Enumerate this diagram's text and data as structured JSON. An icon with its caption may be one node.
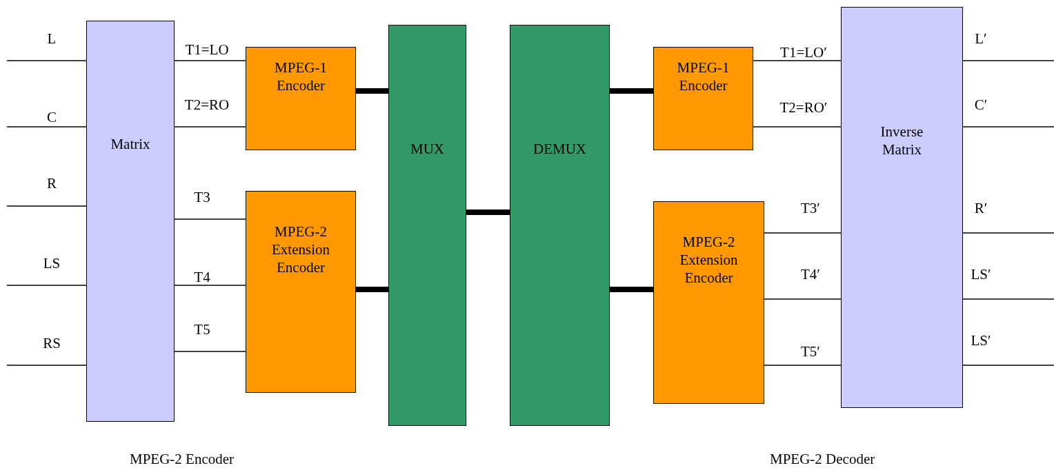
{
  "diagram": {
    "nodes": [
      {
        "text": [
          "Matrix"
        ]
      },
      {
        "text": [
          "MPEG-1 Encoder"
        ]
      },
      {
        "text": [
          "MPEG-2 Extension Encoder"
        ]
      },
      {
        "text": [
          "MUX"
        ]
      },
      {
        "text": [
          "DEMUX"
        ]
      },
      {
        "text": [
          "MPEG-1 Encoder"
        ]
      },
      {
        "text": [
          "MPEG-2 Extension Encoder"
        ]
      },
      {
        "text": [
          "Inverse Matrix"
        ]
      }
    ],
    "edges": [
      {
        "from": null,
        "to": 0,
        "arrow": "none",
        "label": "L"
      },
      {
        "from": null,
        "to": 0,
        "arrow": "none",
        "label": "C"
      },
      {
        "from": null,
        "to": 0,
        "arrow": "none",
        "label": "R"
      },
      {
        "from": null,
        "to": 0,
        "arrow": "none",
        "label": "LS"
      },
      {
        "from": null,
        "to": 0,
        "arrow": "none",
        "label": "RS"
      },
      {
        "from": 0,
        "to": 1,
        "arrow": "none",
        "label": "T1=LO"
      },
      {
        "from": 0,
        "to": 1,
        "arrow": "none",
        "label": "T2=RO"
      },
      {
        "from": 0,
        "to": 2,
        "arrow": "none",
        "label": "T3"
      },
      {
        "from": 0,
        "to": 2,
        "arrow": "none",
        "label": "T4"
      },
      {
        "from": 0,
        "to": 2,
        "arrow": "none",
        "label": "T5"
      },
      {
        "from": 1,
        "to": 3,
        "arrow": "none",
        "style": "thick"
      },
      {
        "from": 2,
        "to": 3,
        "arrow": "none",
        "style": "thick"
      },
      {
        "from": 3,
        "to": 4,
        "arrow": "none",
        "style": "thick"
      },
      {
        "from": 4,
        "to": 5,
        "arrow": "none",
        "style": "thick"
      },
      {
        "from": 4,
        "to": 6,
        "arrow": "none",
        "style": "thick"
      },
      {
        "from": 5,
        "to": 7,
        "arrow": "none",
        "label": "T1=LO′"
      },
      {
        "from": 5,
        "to": 7,
        "arrow": "none",
        "label": "T2=RO′"
      },
      {
        "from": 6,
        "to": 7,
        "arrow": "none",
        "label": "T3′"
      },
      {
        "from": 6,
        "to": 7,
        "arrow": "none",
        "label": "T4′"
      },
      {
        "from": 6,
        "to": 7,
        "arrow": "none",
        "label": "T5′"
      },
      {
        "from": 7,
        "to": null,
        "arrow": "none",
        "label": "L′"
      },
      {
        "from": 7,
        "to": null,
        "arrow": "none",
        "label": "C′"
      },
      {
        "from": 7,
        "to": null,
        "arrow": "none",
        "label": "R′"
      },
      {
        "from": 7,
        "to": null,
        "arrow": "none",
        "label": "LS′"
      },
      {
        "from": 7,
        "to": null,
        "arrow": "none",
        "label": "LS′"
      }
    ],
    "labels": [
      "MPEG-2 Encoder",
      "MPEG-2 Decoder"
    ]
  }
}
